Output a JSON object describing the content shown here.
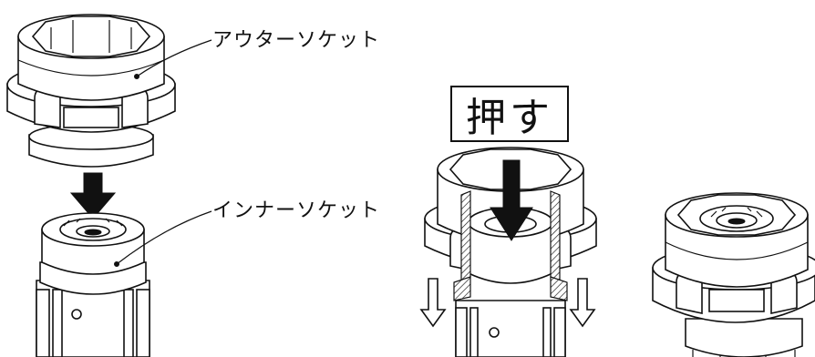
{
  "labels": {
    "outer_socket": "アウターソケット",
    "inner_socket": "インナーソケット",
    "push": "押す"
  }
}
